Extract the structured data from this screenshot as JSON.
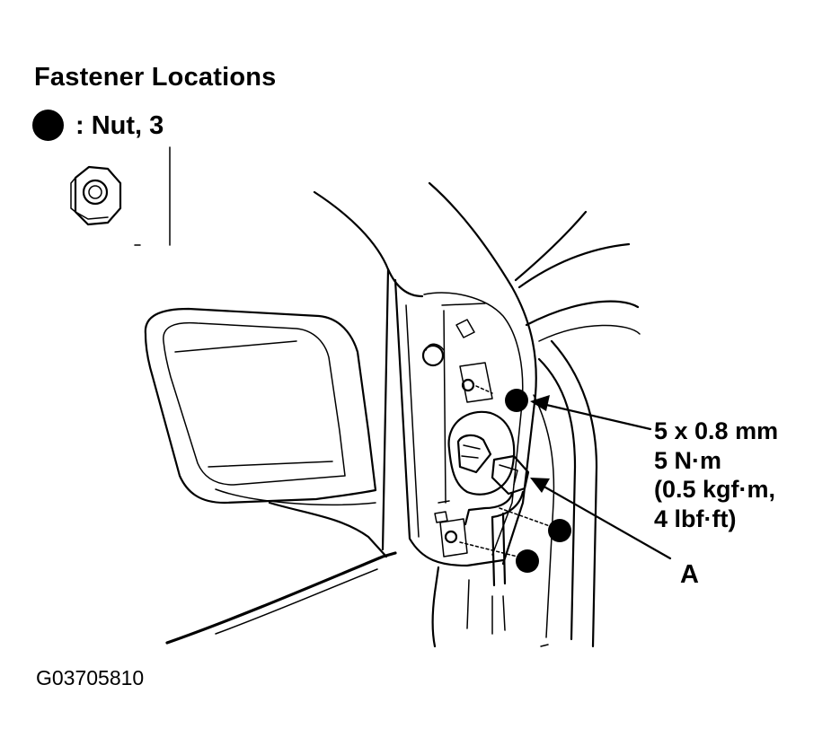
{
  "diagram": {
    "title": "Fastener Locations",
    "legend": {
      "symbol": "filled-circle",
      "label": ": Nut, 3"
    },
    "torque_spec": {
      "line1": "5 x 0.8 mm",
      "line2": "5 N·m",
      "line3": "(0.5 kgf·m,",
      "line4": "4 lbf·ft)"
    },
    "callout_label": "A",
    "figure_id": "G03705810",
    "nut_count": 3,
    "colors": {
      "ink": "#000000",
      "background": "#ffffff"
    }
  }
}
